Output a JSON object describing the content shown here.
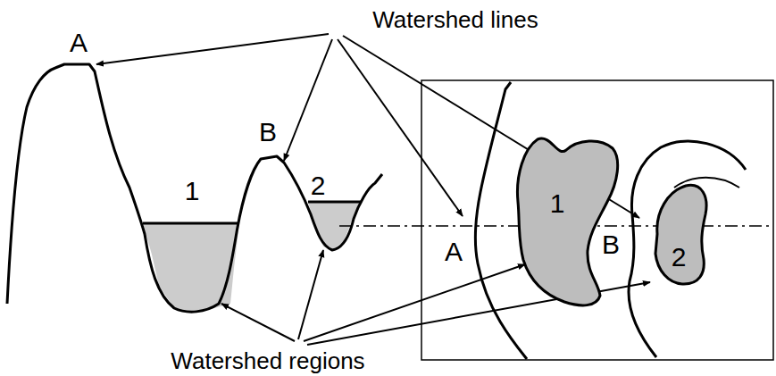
{
  "diagram": {
    "nodes": [
      {
        "text": [
          "1"
        ]
      },
      {
        "text": [
          "2"
        ]
      }
    ],
    "labels": [
      "Watershed lines",
      "A",
      "B",
      "1",
      "2",
      "A",
      "B",
      "Watershed regions"
    ]
  }
}
